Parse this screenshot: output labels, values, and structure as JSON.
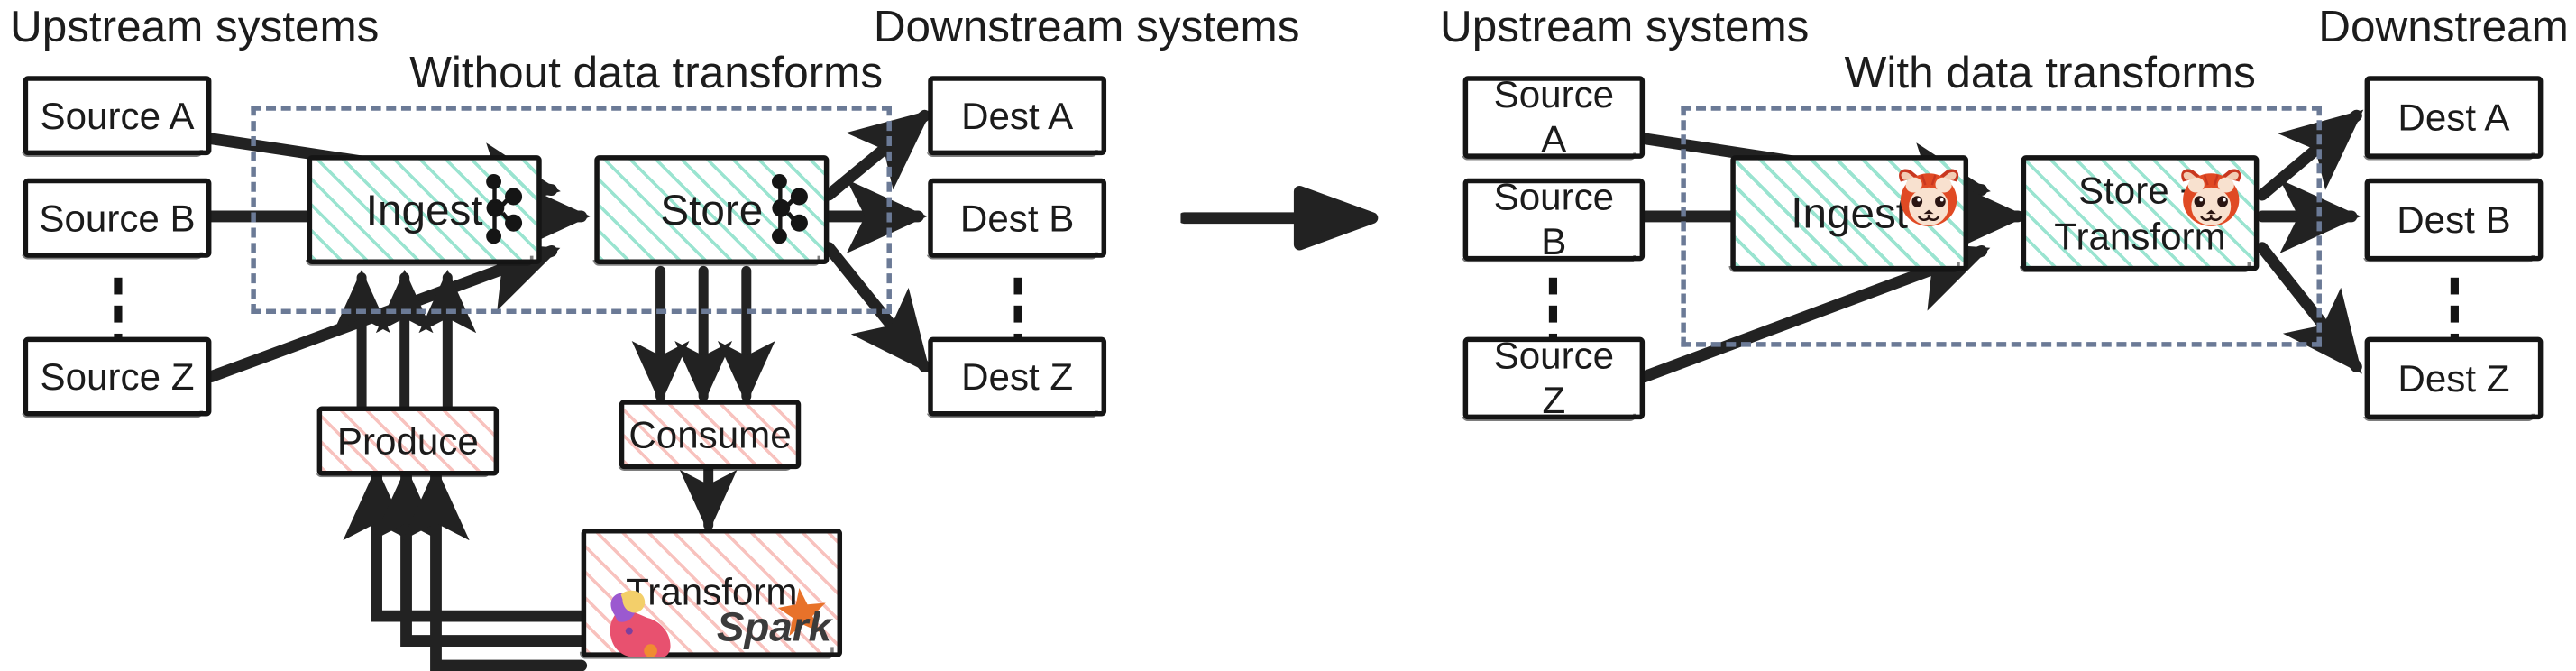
{
  "diagram": {
    "title_left": "Without data transforms",
    "title_right": "With data transforms",
    "accent_teal": "#46cdaa",
    "accent_pink": "#f0786e",
    "boundary_color": "#6b7a96",
    "arrow_color": "#222222"
  },
  "panels": [
    {
      "id": "without-transforms",
      "heading": "Without data transforms",
      "upstream_label": "Upstream systems",
      "downstream_label": "Downstream systems",
      "sources": [
        {
          "label": "Source A"
        },
        {
          "label": "Source B"
        },
        {
          "label": "Source Z"
        }
      ],
      "destinations": [
        {
          "label": "Dest A"
        },
        {
          "label": "Dest B"
        },
        {
          "label": "Dest Z"
        }
      ],
      "pipeline": [
        {
          "label": "Ingest",
          "logo": "kafka-logo",
          "fill": "teal"
        },
        {
          "label": "Store",
          "logo": "kafka-logo",
          "fill": "teal"
        }
      ],
      "external": [
        {
          "label": "Produce",
          "fill": "pink",
          "logos": []
        },
        {
          "label": "Consume",
          "fill": "pink",
          "logos": []
        },
        {
          "label": "Transform",
          "fill": "pink",
          "logos": [
            "dbt-logo",
            "spark-logo"
          ]
        }
      ]
    },
    {
      "id": "with-transforms",
      "heading": "With data transforms",
      "upstream_label": "Upstream systems",
      "downstream_label": "Downstream systems",
      "sources": [
        {
          "label": "Source A"
        },
        {
          "label": "Source B"
        },
        {
          "label": "Source Z"
        }
      ],
      "destinations": [
        {
          "label": "Dest A"
        },
        {
          "label": "Dest B"
        },
        {
          "label": "Dest Z"
        }
      ],
      "pipeline": [
        {
          "label": "Ingest",
          "logo": "redpanda-logo",
          "fill": "teal"
        },
        {
          "label": "Store +\nTransform",
          "logo": "redpanda-logo",
          "fill": "teal"
        }
      ],
      "external": []
    }
  ],
  "transition": {
    "icon": "right-arrow-icon"
  },
  "labels": {
    "store_transform_line1": "Store +",
    "store_transform_line2": "Transform"
  }
}
